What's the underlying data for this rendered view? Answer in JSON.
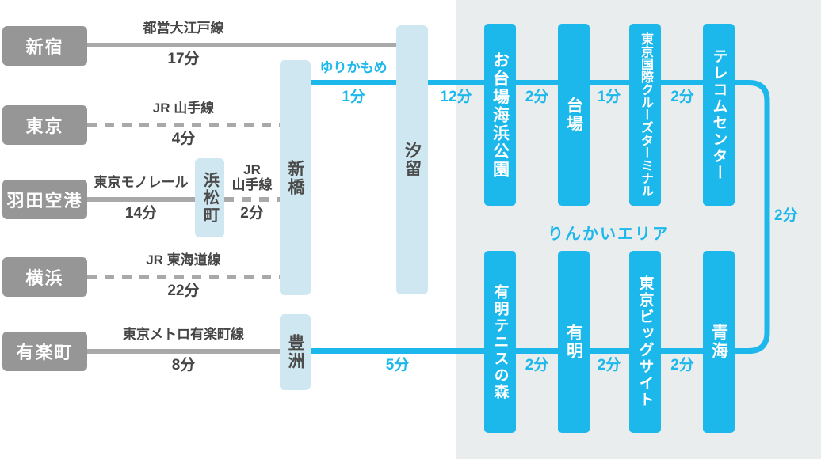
{
  "colors": {
    "accent_cyan": "#1cb8ec",
    "pale_blue_box": "#cfe7f0",
    "origin_gray_box": "#969696",
    "line_gray": "#a9a9a9",
    "panel_background": "#e9edee",
    "dark_text": "#454545"
  },
  "origins": [
    {
      "name": "新宿",
      "line": "都営大江戸線",
      "time": "17分"
    },
    {
      "name": "東京",
      "line": "JR 山手線",
      "time": "4分"
    },
    {
      "name": "羽田空港",
      "line": "東京モノレール",
      "time": "14分"
    },
    {
      "name": "横浜",
      "line": "JR 東海道線",
      "time": "22分"
    },
    {
      "name": "有楽町",
      "line": "東京メトロ有楽町線",
      "time": "8分"
    }
  ],
  "hamamatsucho": {
    "name": "浜松町",
    "line_l1": "JR",
    "line_l2": "山手線",
    "time": "2分"
  },
  "hubs": {
    "shimbashi": "新橋",
    "shiodome": "汐留",
    "toyosu": "豊洲"
  },
  "yurikamome_label": "ゆりかもめ",
  "area_label": "りんかいエリア",
  "top_stations": [
    "お台場海浜公園",
    "台場",
    "東京国際クルーズターミナル",
    "テレコムセンター"
  ],
  "bottom_stations": [
    "有明テニスの森",
    "有明",
    "東京ビッグサイト",
    "青海"
  ],
  "times": {
    "shimbashi_shiodome": "1分",
    "shiodome_daiba_park": "12分",
    "daiba_park_daiba": "2分",
    "daiba_cruise_terminal": "1分",
    "cruise_terminal_telecom": "2分",
    "telecom_aomi": "2分",
    "toyosu_ariake_tennis": "5分",
    "ariake_tennis_ariake": "2分",
    "ariake_bigsight": "2分",
    "bigsight_aomi": "2分"
  }
}
